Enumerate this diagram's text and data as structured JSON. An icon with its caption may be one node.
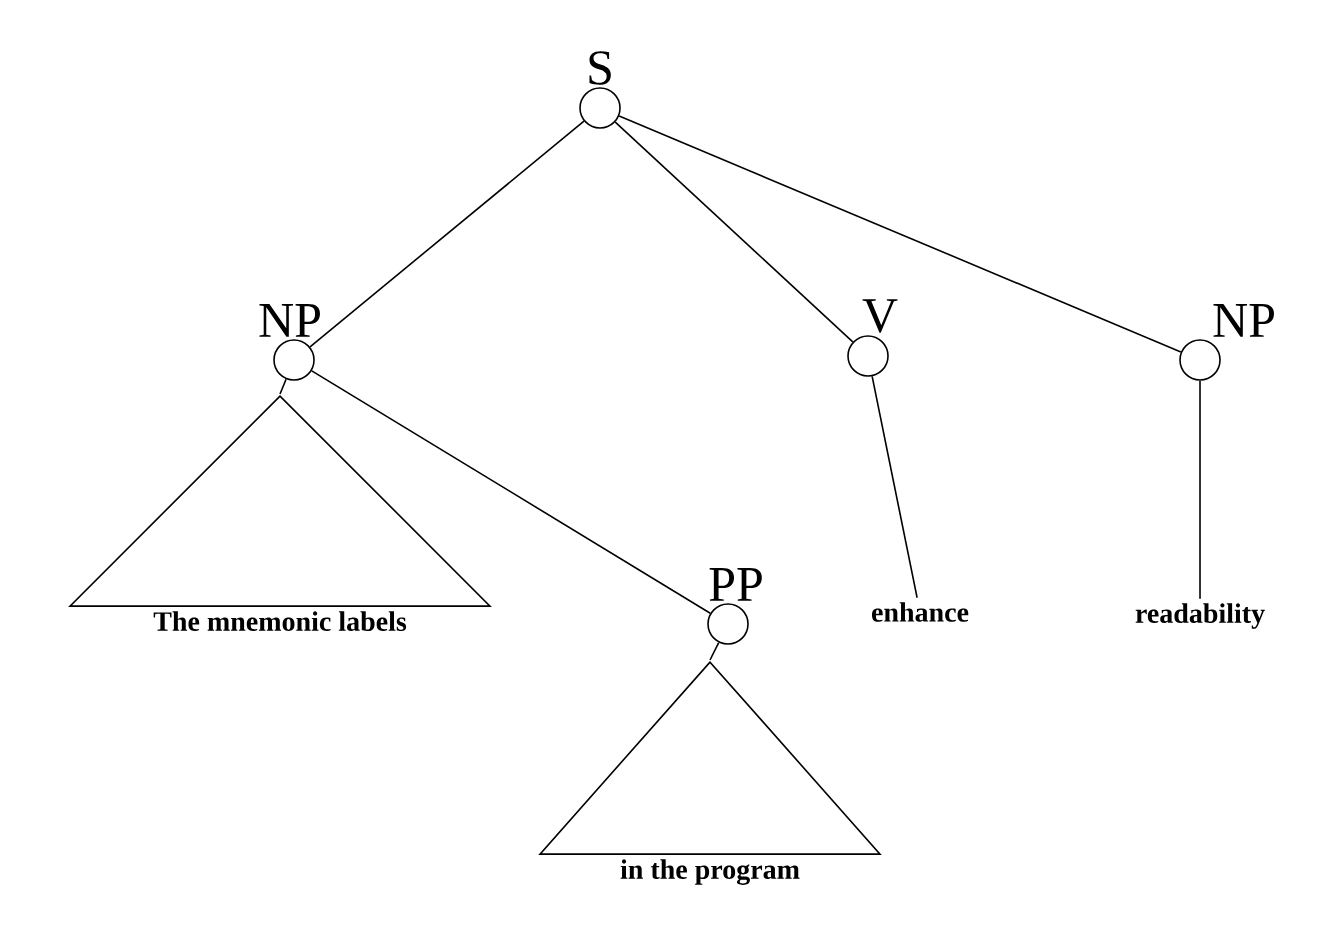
{
  "diagram": {
    "nodes": [
      {
        "text": [
          "S"
        ]
      },
      {
        "text": [
          "NP"
        ]
      },
      {
        "text": [
          "V"
        ]
      },
      {
        "text": [
          "NP"
        ]
      },
      {
        "text": [
          "The mnemonic labels"
        ]
      },
      {
        "text": [
          "PP"
        ]
      },
      {
        "text": [
          "enhance"
        ]
      },
      {
        "text": [
          "readability"
        ]
      },
      {
        "text": [
          "in the program"
        ]
      }
    ],
    "edges": [
      {
        "from": 0,
        "to": 1,
        "arrow": "none"
      },
      {
        "from": 0,
        "to": 2,
        "arrow": "none"
      },
      {
        "from": 0,
        "to": 3,
        "arrow": "none"
      },
      {
        "from": 1,
        "to": 4,
        "arrow": "none"
      },
      {
        "from": 1,
        "to": 5,
        "arrow": "none"
      },
      {
        "from": 2,
        "to": 6,
        "arrow": "none"
      },
      {
        "from": 3,
        "to": 7,
        "arrow": "none"
      },
      {
        "from": 5,
        "to": 8,
        "arrow": "none"
      }
    ]
  }
}
